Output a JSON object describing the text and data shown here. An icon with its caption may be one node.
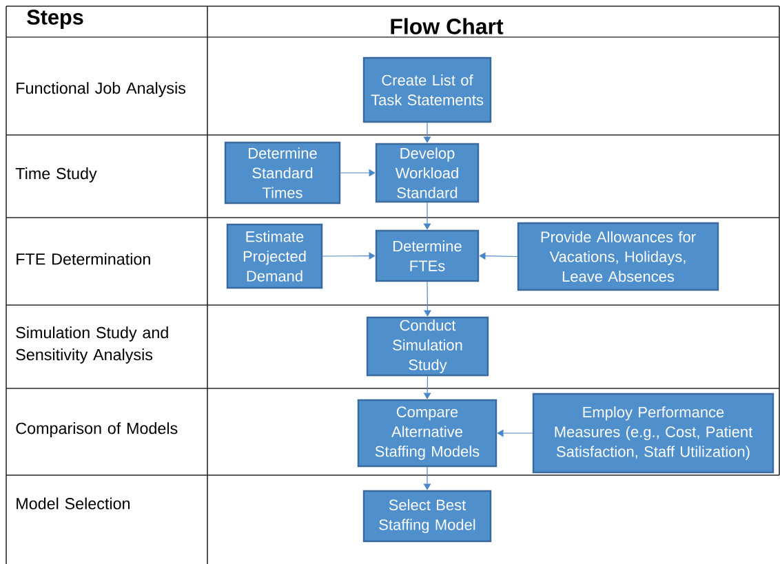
{
  "diagram": {
    "nodes": [
      {
        "text": [
          "Create List of Task Statements"
        ]
      },
      {
        "text": [
          "Determine Standard Times"
        ]
      },
      {
        "text": [
          "Develop Workload Standard"
        ]
      },
      {
        "text": [
          "Estimate Projected Demand"
        ]
      },
      {
        "text": [
          "Determine FTEs"
        ]
      },
      {
        "text": [
          "Provide Allowances for Vacations, Holidays, Leave Absences"
        ]
      },
      {
        "text": [
          "Conduct Simulation Study"
        ]
      },
      {
        "text": [
          "Compare Alternative Staffing Models"
        ]
      },
      {
        "text": [
          "Employ Performance Measures (e.g., Cost, Patient Satisfaction, Staff Utilization)"
        ]
      },
      {
        "text": [
          "Select Best Staffing Model"
        ]
      }
    ],
    "edges": [
      {
        "from": 0,
        "to": 2,
        "arrow": "to"
      },
      {
        "from": 1,
        "to": 2,
        "arrow": "to"
      },
      {
        "from": 2,
        "to": 4,
        "arrow": "to"
      },
      {
        "from": 3,
        "to": 4,
        "arrow": "to"
      },
      {
        "from": 5,
        "to": 4,
        "arrow": "to"
      },
      {
        "from": 4,
        "to": 6,
        "arrow": "to"
      },
      {
        "from": 6,
        "to": 7,
        "arrow": "to"
      },
      {
        "from": 8,
        "to": 7,
        "arrow": "to"
      },
      {
        "from": 7,
        "to": 9,
        "arrow": "to"
      }
    ],
    "labels": [
      "Steps",
      "Flow Chart",
      "Functional Job Analysis",
      "Time Study",
      "FTE Determination",
      "Simulation Study and Sensitivity Analysis",
      "Comparison of Models",
      "Model Selection"
    ]
  }
}
